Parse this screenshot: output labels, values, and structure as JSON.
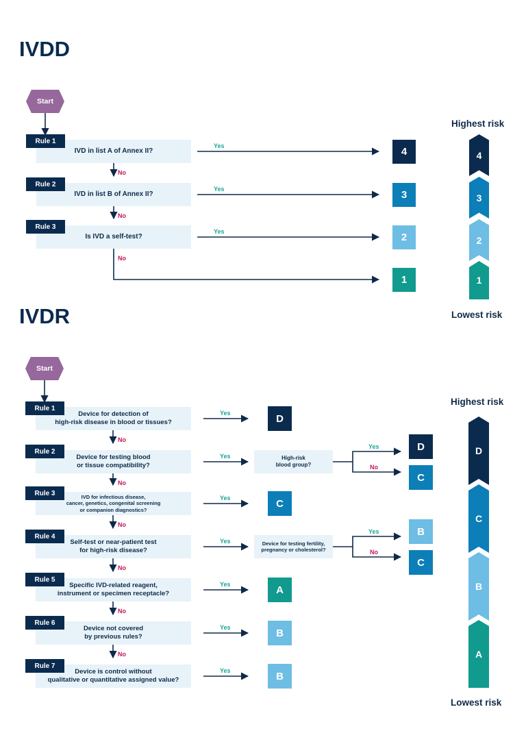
{
  "colors": {
    "class_4": "#0b2b4e",
    "class_3": "#0c7eb8",
    "class_2": "#6dbde4",
    "class_1": "#119a8e",
    "class_D": "#0b2b4e",
    "class_C": "#0c7eb8",
    "class_B": "#6dbde4",
    "class_A": "#119a8e",
    "start": "#96689c",
    "question_bg": "#e7f3f9",
    "yes": "#1ea596",
    "no": "#c2185b"
  },
  "ivdd": {
    "title": "IVDD",
    "start": "Start",
    "rules": [
      {
        "rule": "Rule 1",
        "question": "IVD in list A of Annex II?",
        "yes": "Yes",
        "class": "4",
        "no": "No"
      },
      {
        "rule": "Rule 2",
        "question": "IVD in list B of Annex II?",
        "yes": "Yes",
        "class": "3",
        "no": "No"
      },
      {
        "rule": "Rule 3",
        "question": "Is IVD a self-test?",
        "yes": "Yes",
        "class": "2",
        "no": "No"
      }
    ],
    "default_class": "1",
    "highest_risk": "Highest risk",
    "lowest_risk": "Lowest risk",
    "scale": [
      "4",
      "3",
      "2",
      "1"
    ]
  },
  "ivdr": {
    "title": "IVDR",
    "start": "Start",
    "rules": [
      {
        "rule": "Rule 1",
        "question": "Device for detection of\nhigh-risk disease in blood or tissues?",
        "yes": "Yes",
        "class": "D",
        "no": "No"
      },
      {
        "rule": "Rule 2",
        "question": "Device for testing blood\nor tissue compatibility?",
        "yes": "Yes",
        "sub_question": "High-risk\nblood group?",
        "sub_yes": "Yes",
        "sub_yes_class": "D",
        "sub_no": "No",
        "sub_no_class": "C",
        "no": "No"
      },
      {
        "rule": "Rule 3",
        "question": "IVD for infectious disease,\ncancer, genetics, congenital screening\nor companion diagnostics?",
        "yes": "Yes",
        "class": "C",
        "no": "No"
      },
      {
        "rule": "Rule 4",
        "question": "Self-test or near-patient test\nfor high-risk disease?",
        "yes": "Yes",
        "sub_question": "Device for testing fertility,\npregnancy or cholesterol?",
        "sub_yes": "Yes",
        "sub_yes_class": "B",
        "sub_no": "No",
        "sub_no_class": "C",
        "no": "No"
      },
      {
        "rule": "Rule 5",
        "question": "Specific IVD-related reagent,\ninstrument or specimen receptacle?",
        "yes": "Yes",
        "class": "A",
        "no": "No"
      },
      {
        "rule": "Rule 6",
        "question": "Device not covered\nby previous rules?",
        "yes": "Yes",
        "class": "B",
        "no": "No"
      },
      {
        "rule": "Rule 7",
        "question": "Device is control without\nqualitative or quantitative assigned value?",
        "yes": "Yes",
        "class": "B"
      }
    ],
    "highest_risk": "Highest risk",
    "lowest_risk": "Lowest risk",
    "scale": [
      "D",
      "C",
      "B",
      "A"
    ]
  }
}
